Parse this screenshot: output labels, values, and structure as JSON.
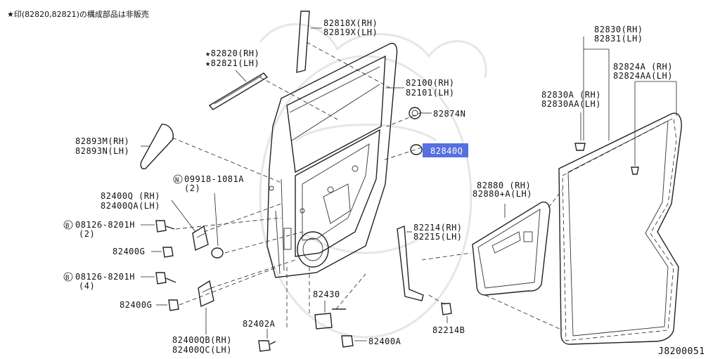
{
  "note": "★印(82820,82821)の構成部品は非販売",
  "diagram_id": "J8200051",
  "labels": {
    "p82818x": "82818X(RH)",
    "p82819x": "82819X(LH)",
    "p82820": "★82820(RH)",
    "p82821": "★82821(LH)",
    "p82100": "82100(RH)",
    "p82101": "82101(LH)",
    "p82874n": "82874N",
    "p82840q": "82840Q",
    "p82893m": "82893M(RH)",
    "p82893n": "82893N(LH)",
    "p09918": "09918-1081A",
    "p09918_qty": "(2)",
    "p82400q": "82400Q (RH)",
    "p82400qa": "82400QA(LH)",
    "p08126a": "08126-8201H",
    "p08126a_qty": "(2)",
    "p82400g_a": "82400G",
    "p08126b": "08126-8201H",
    "p08126b_qty": "(4)",
    "p82400g_b": "82400G",
    "p82400qb": "82400QB(RH)",
    "p82400qc": "82400QC(LH)",
    "p82430": "82430",
    "p82402a": "82402A",
    "p82400a": "82400A",
    "p82214": "82214(RH)",
    "p82215": "82215(LH)",
    "p82214b": "82214B",
    "p82880": "82880  (RH)",
    "p82880a": "82880+A(LH)",
    "p82830": "82830(RH)",
    "p82831": "82831(LH)",
    "p82824a": "82824A (RH)",
    "p82824aa": "82824AA(LH)",
    "p82830a": "82830A (RH)",
    "p82830aa": "82830AA(LH)"
  },
  "circle_marks": {
    "n": "N",
    "b1": "B",
    "b2": "B"
  },
  "colors": {
    "highlight": "#5570e0",
    "line": "#222222",
    "watermark": "#e6e6e6"
  }
}
